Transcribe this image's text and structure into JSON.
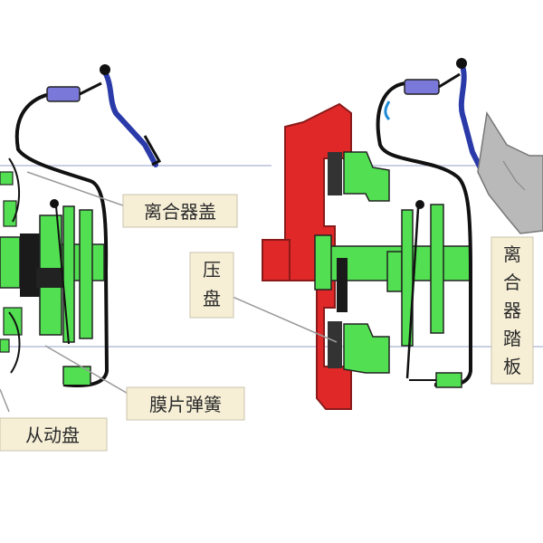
{
  "labels": {
    "clutch_cover": "离合器盖",
    "pressure_plate": "压盘",
    "diaphragm_spring": "膜片弹簧",
    "driven_disc": "从动盘",
    "clutch_pedal": [
      "离",
      "合",
      "器",
      "踏",
      "板"
    ]
  },
  "colors": {
    "flywheel": "#e02828",
    "green_parts": "#52e052",
    "linkage_blue": "#2a3aa8",
    "cylinder": "#7a78d8",
    "label_bg": "#f6efd6",
    "leader": "#9a9a9a",
    "guide_line": "#b8c0dc"
  }
}
